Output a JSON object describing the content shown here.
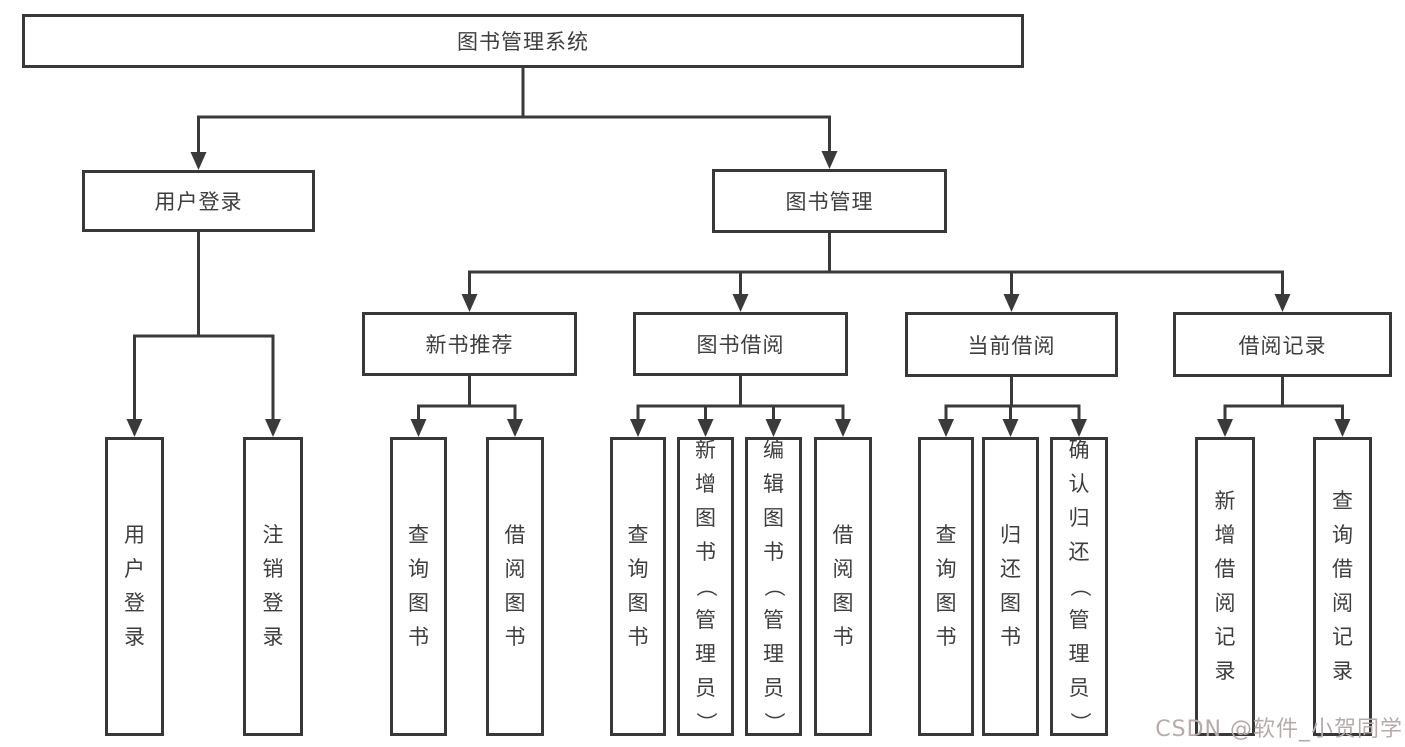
{
  "diagram": {
    "root": {
      "label": "图书管理系统"
    },
    "level2": [
      {
        "label": "用户登录",
        "children": [
          {
            "label": "用户登录"
          },
          {
            "label": "注销登录"
          }
        ]
      },
      {
        "label": "图书管理"
      }
    ],
    "level3": [
      {
        "label": "新书推荐",
        "children": [
          {
            "label": "查询图书"
          },
          {
            "label": "借阅图书"
          }
        ]
      },
      {
        "label": "图书借阅",
        "children": [
          {
            "label": "查询图书"
          },
          {
            "label": "新增图书（管理员）"
          },
          {
            "label": "编辑图书（管理员）"
          },
          {
            "label": "借阅图书"
          }
        ]
      },
      {
        "label": "当前借阅",
        "children": [
          {
            "label": "查询图书"
          },
          {
            "label": "归还图书"
          },
          {
            "label": "确认归还（管理员）"
          }
        ]
      },
      {
        "label": "借阅记录",
        "children": [
          {
            "label": "新增借阅记录"
          },
          {
            "label": "查询借阅记录"
          }
        ]
      }
    ],
    "colors": {
      "line": "#3a3a3a",
      "border": "#383838",
      "text": "#3e3e3e",
      "watermark": "#b5abab"
    },
    "watermark": "CSDN @软件_小贺同学"
  }
}
